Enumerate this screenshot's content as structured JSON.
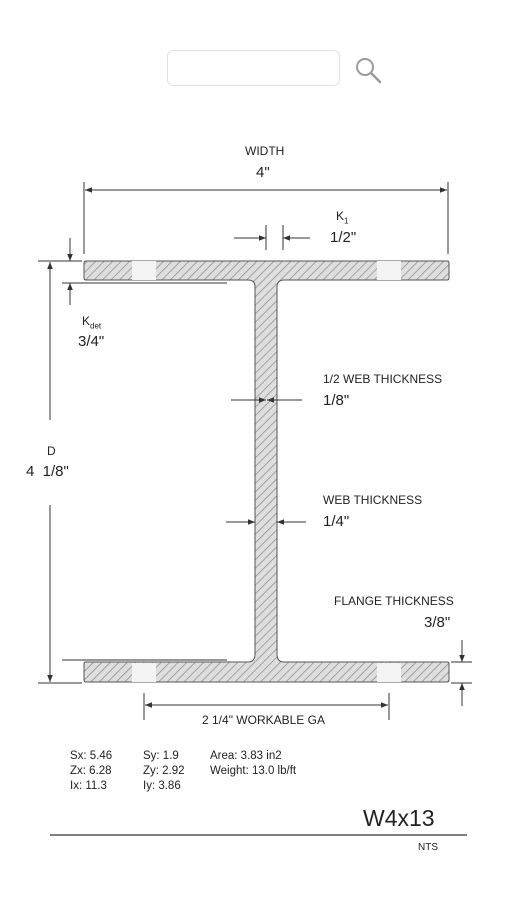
{
  "search": {
    "placeholder": "",
    "value": ""
  },
  "dimensions": {
    "width": {
      "label": "WIDTH",
      "value": "4\""
    },
    "k1": {
      "label": "K",
      "sub": "1",
      "value": "1/2\""
    },
    "kdet": {
      "label": "K",
      "sub": "det",
      "value": "3/4\""
    },
    "depth": {
      "label": "D",
      "value": "4  1/8\""
    },
    "half_web": {
      "label": "1/2 WEB THICKNESS",
      "value": "1/8\""
    },
    "web": {
      "label": "WEB THICKNESS",
      "value": "1/4\""
    },
    "flange": {
      "label": "FLANGE THICKNESS",
      "value": "3/8\""
    },
    "workable_ga": {
      "label": "2 1/4\" WORKABLE GA"
    }
  },
  "properties": {
    "col1": [
      "Sx: 5.46",
      "Zx: 6.28",
      "Ix: 11.3"
    ],
    "col2": [
      "Sy: 1.9",
      "Zy: 2.92",
      "Iy: 3.86"
    ],
    "col3": [
      "Area: 3.83 in2",
      "Weight: 13.0 lb/ft"
    ]
  },
  "section_name": "W4x13",
  "scale_note": "NTS"
}
